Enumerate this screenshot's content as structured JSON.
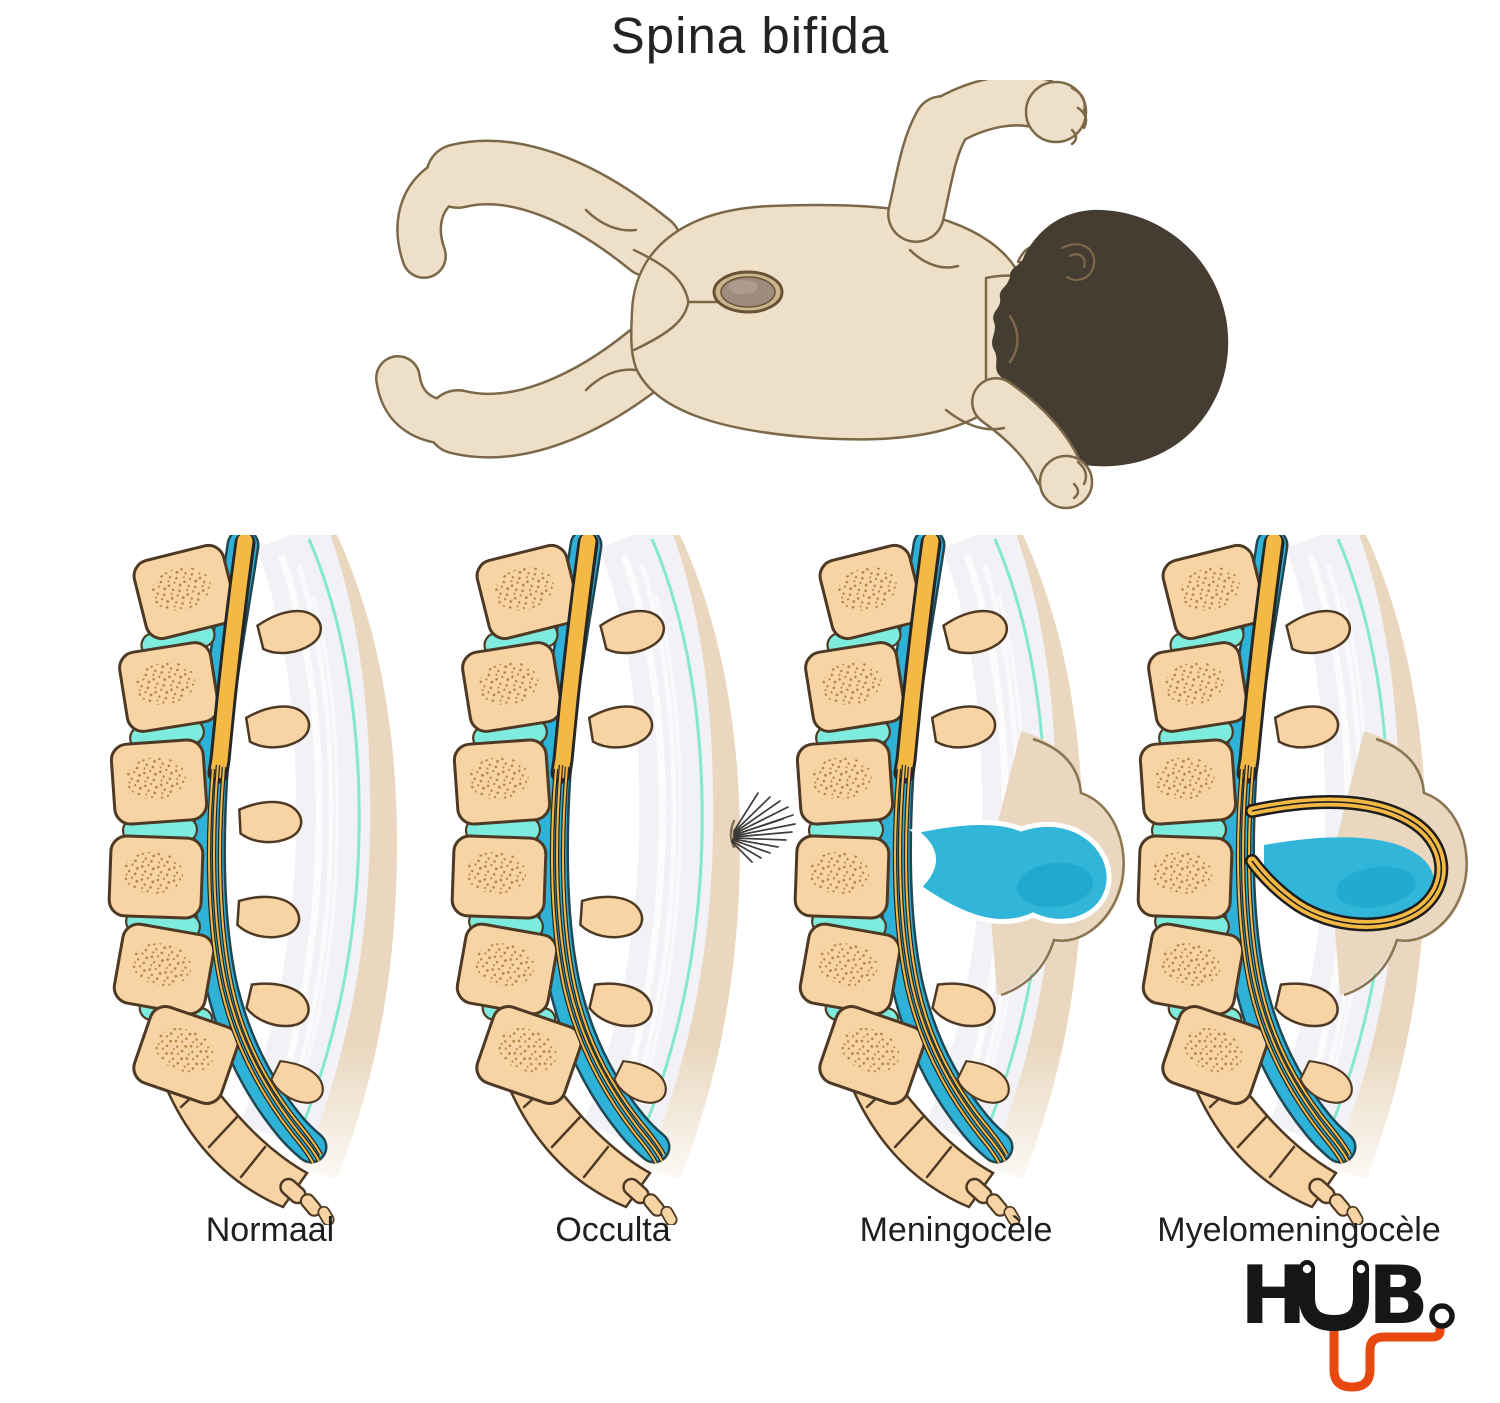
{
  "title": "Spina bifida",
  "illustration": {
    "subject": "prone-infant-with-sacral-lesion",
    "lesion_marker": "oval-skin-lesion-lower-back"
  },
  "panels": [
    {
      "id": "normal",
      "label": "Normaal",
      "variant": "normal"
    },
    {
      "id": "occulta",
      "label": "Occulta",
      "variant": "hair-tuft-hidden-defect"
    },
    {
      "id": "meningocele",
      "label": "Meningocèle",
      "variant": "csf-filled-sac"
    },
    {
      "id": "myelomeningocele",
      "label": "Myelomeningocèle",
      "variant": "sac-with-neural-tissue"
    }
  ],
  "logo": {
    "text": "HUB.",
    "letter_h": "H",
    "letter_b": "B",
    "mark": "stethoscope-u-with-chest-piece-dot"
  },
  "colors": {
    "skin": "#eee0c8",
    "skin_outline": "#7b6848",
    "hair": "#463d32",
    "bone": "#f8d3a4",
    "bone_outline": "#4e3a24",
    "speckle": "#a8813e",
    "disc": "#7debdd",
    "csf": "#2fb2d8",
    "csf_edge": "#1f4854",
    "cord": "#f4b944",
    "cord_outline": "#262626",
    "ligament": "#f2f1f6",
    "green_line": "#84e9c8",
    "skin_band": "#e9d8bf",
    "lesion_ring": "#c9b68e",
    "lesion_inner": "#9d8b7e",
    "lesion_outline": "#6b5134",
    "sac": "#31b5d9",
    "sac_shade": "#149ec6",
    "text": "#232323",
    "logo_orange": "#e8490e",
    "logo_black": "#161616"
  }
}
